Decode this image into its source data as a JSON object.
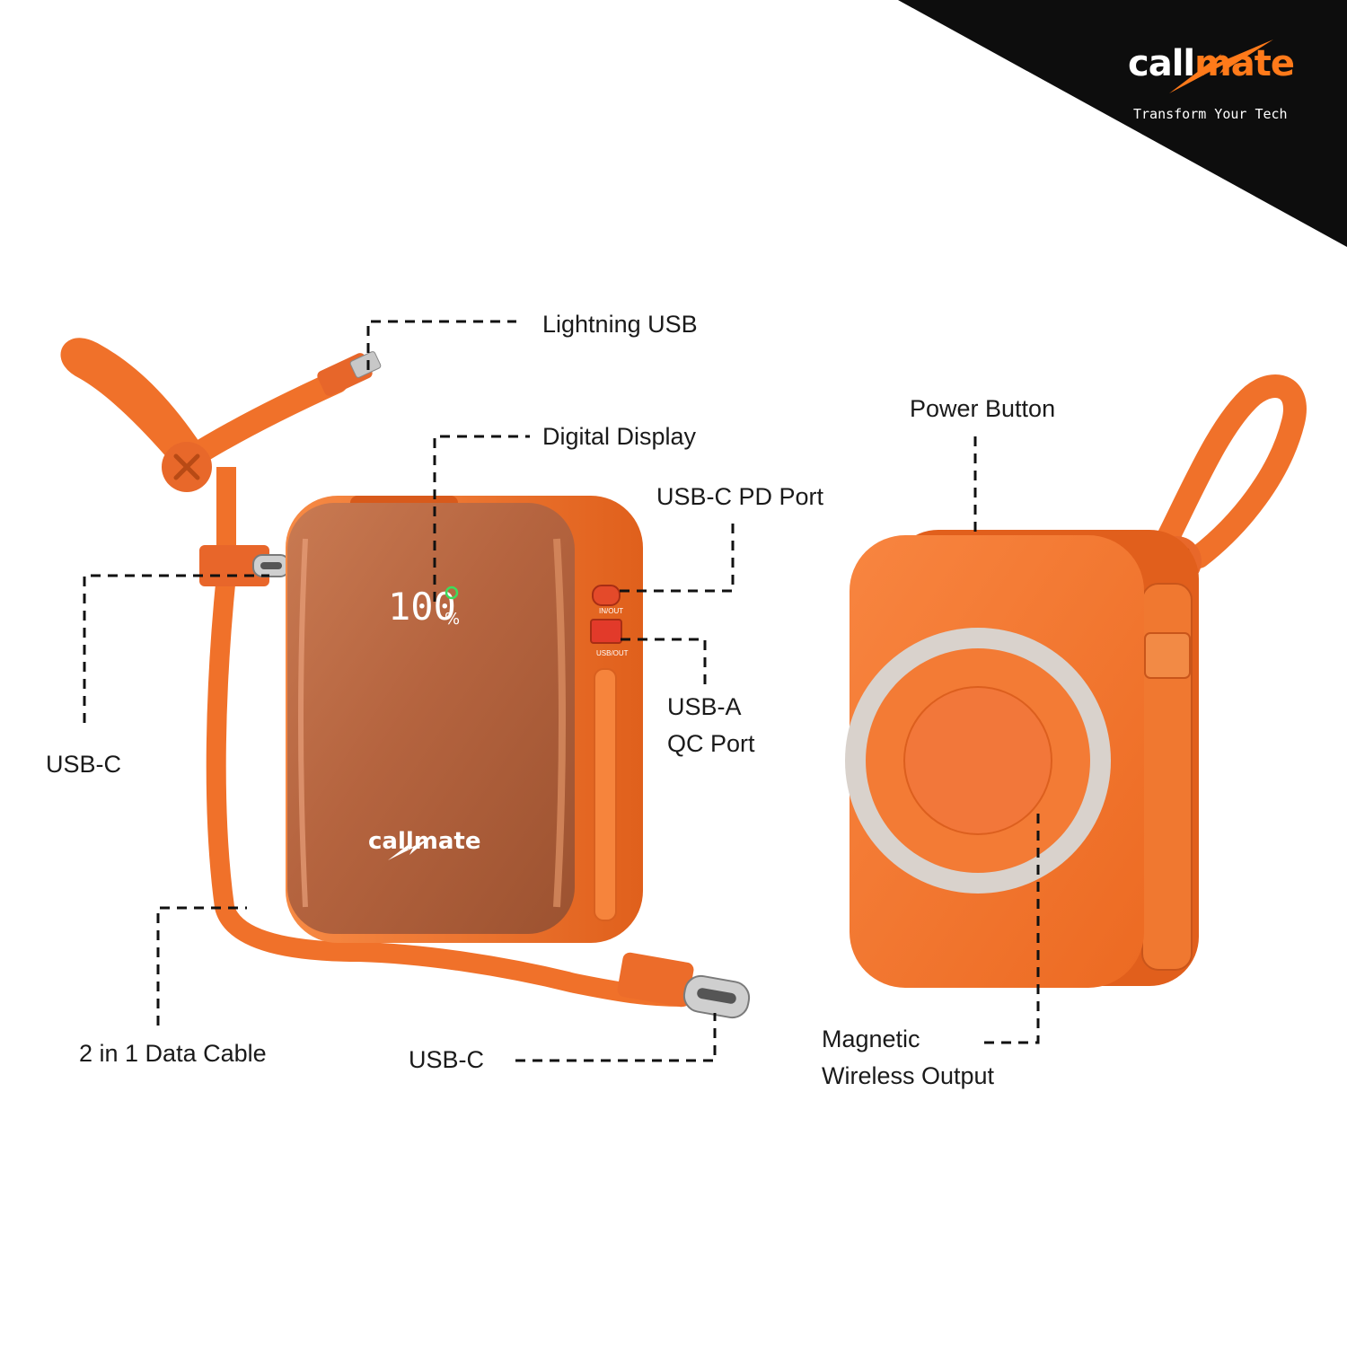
{
  "brand": {
    "name_part1": "call",
    "name_part2": "mate",
    "tagline": "Transform Your Tech",
    "device_logo_part1": "call",
    "device_logo_part2": "mate"
  },
  "display": {
    "readout": "100",
    "unit": "%"
  },
  "ports": {
    "pd_marking": "IN/OUT",
    "qc_marking": "USB/OUT"
  },
  "callouts": {
    "lightning_usb": "Lightning USB",
    "digital_display": "Digital Display",
    "usb_c_pd_port": "USB-C PD Port",
    "usb_c_left": "USB-C",
    "usb_a_line1": "USB-A",
    "usb_a_line2": "QC Port",
    "data_cable": "2 in 1 Data Cable",
    "usb_c_bottom": "USB-C",
    "power_button": "Power Button",
    "magnetic_line1": "Magnetic",
    "magnetic_line2": "Wireless Output"
  },
  "colors": {
    "accent_orange": "#ff7a1a",
    "cable_orange": "#f0712a",
    "front_face": "#b5643f",
    "back_body": "#f3732b",
    "charging_ring": "#d9d2cc",
    "corner_black": "#0d0d0d"
  }
}
